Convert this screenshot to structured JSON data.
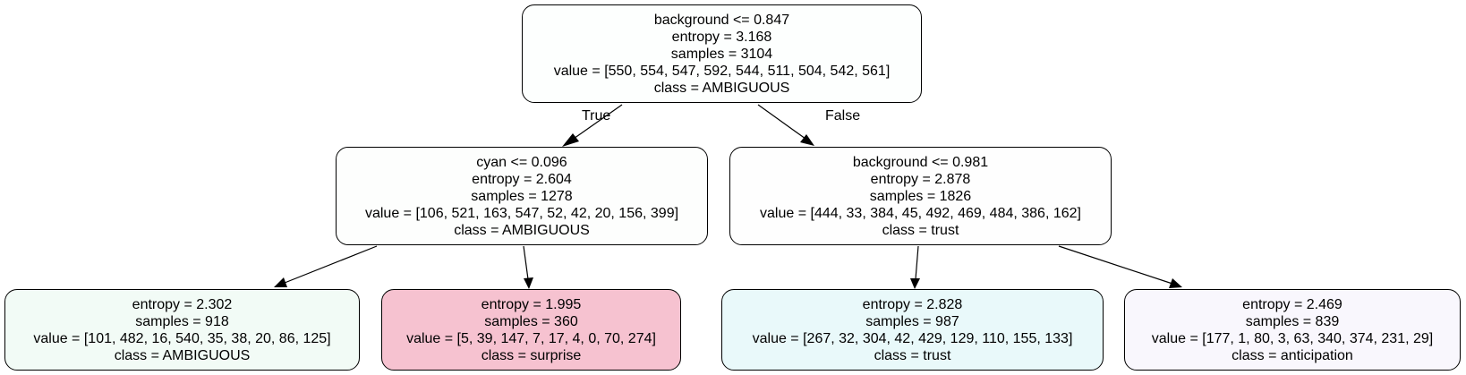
{
  "tree": {
    "root": {
      "split": "background <= 0.847",
      "entropy": "entropy = 3.168",
      "samples": "samples = 3104",
      "value": "value = [550, 554, 547, 592, 544, 511, 504, 542, 561]",
      "class": "class = AMBIGUOUS",
      "fill": "#fdfffe"
    },
    "left": {
      "split": "cyan <= 0.096",
      "entropy": "entropy = 2.604",
      "samples": "samples = 1278",
      "value": "value = [106, 521, 163, 547, 52, 42, 20, 156, 399]",
      "class": "class = AMBIGUOUS",
      "fill": "#fdfefd"
    },
    "right": {
      "split": "background <= 0.981",
      "entropy": "entropy = 2.878",
      "samples": "samples = 1826",
      "value": "value = [444, 33, 384, 45, 492, 469, 484, 386, 162]",
      "class": "class = trust",
      "fill": "#fefefe"
    },
    "leaf_ll": {
      "entropy": "entropy = 2.302",
      "samples": "samples = 918",
      "value": "value = [101, 482, 16, 540, 35, 38, 20, 86, 125]",
      "class": "class = AMBIGUOUS",
      "fill": "#f2fbf6"
    },
    "leaf_lr": {
      "entropy": "entropy = 1.995",
      "samples": "samples = 360",
      "value": "value = [5, 39, 147, 7, 17, 4, 0, 70, 274]",
      "class": "class = surprise",
      "fill": "#f6c2d0"
    },
    "leaf_rl": {
      "entropy": "entropy = 2.828",
      "samples": "samples = 987",
      "value": "value = [267, 32, 304, 42, 429, 129, 110, 155, 133]",
      "class": "class = trust",
      "fill": "#e9f9fa"
    },
    "leaf_rr": {
      "entropy": "entropy = 2.469",
      "samples": "samples = 839",
      "value": "value = [177, 1, 80, 3, 63, 340, 374, 231, 29]",
      "class": "class = anticipation",
      "fill": "#f9f7fd"
    }
  },
  "edge_labels": {
    "true": "True",
    "false": "False"
  }
}
